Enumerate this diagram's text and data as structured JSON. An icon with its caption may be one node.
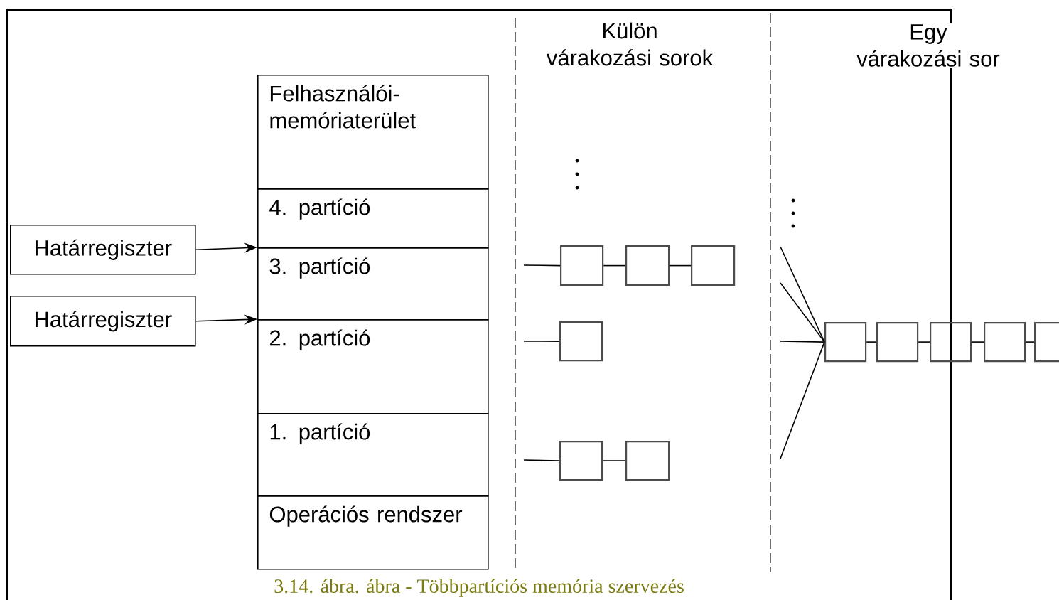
{
  "diagram": {
    "caption": "3.14. ábra. ábra - Többpartíciós memória szervezés",
    "nodes": [
      {
        "text": [
          "Határregiszter"
        ]
      },
      {
        "text": [
          "Határregiszter"
        ]
      },
      {
        "text": [
          "Felhasználói- memóriaterület"
        ]
      },
      {
        "text": [
          "4. partíció"
        ]
      },
      {
        "text": [
          "3. partíció"
        ]
      },
      {
        "text": [
          "2. partíció"
        ]
      },
      {
        "text": [
          "1. partíció"
        ]
      },
      {
        "text": [
          "Operációs rendszer"
        ]
      },
      {
        "text": [],
        "shape": "box"
      },
      {
        "text": [],
        "shape": "box"
      },
      {
        "text": [],
        "shape": "box"
      },
      {
        "text": [],
        "shape": "box"
      },
      {
        "text": [],
        "shape": "box"
      },
      {
        "text": [],
        "shape": "box"
      },
      {
        "text": [],
        "shape": "box"
      },
      {
        "text": [],
        "shape": "box"
      },
      {
        "text": [],
        "shape": "box"
      },
      {
        "text": [],
        "shape": "box"
      },
      {
        "text": [],
        "shape": "box"
      }
    ],
    "edges": [
      {
        "from": 0,
        "to": 4,
        "arrow": "to"
      },
      {
        "from": 1,
        "to": 5,
        "arrow": "to"
      },
      {
        "from": null,
        "to": 8,
        "arrow": "none"
      },
      {
        "from": 8,
        "to": 9,
        "arrow": "none"
      },
      {
        "from": 9,
        "to": 10,
        "arrow": "none"
      },
      {
        "from": null,
        "to": 11,
        "arrow": "none"
      },
      {
        "from": null,
        "to": 12,
        "arrow": "none"
      },
      {
        "from": 12,
        "to": 13,
        "arrow": "none"
      },
      {
        "from": null,
        "to": 14,
        "arrow": "none"
      },
      {
        "from": null,
        "to": 14,
        "arrow": "none"
      },
      {
        "from": null,
        "to": 14,
        "arrow": "none"
      },
      {
        "from": null,
        "to": 14,
        "arrow": "none"
      },
      {
        "from": 14,
        "to": 15,
        "arrow": "none"
      },
      {
        "from": 15,
        "to": 16,
        "arrow": "none"
      },
      {
        "from": 16,
        "to": 17,
        "arrow": "none"
      },
      {
        "from": 17,
        "to": 18,
        "arrow": "none"
      }
    ],
    "labels": [
      "Külön várakozási sorok",
      "Egy várakozási sor"
    ]
  }
}
